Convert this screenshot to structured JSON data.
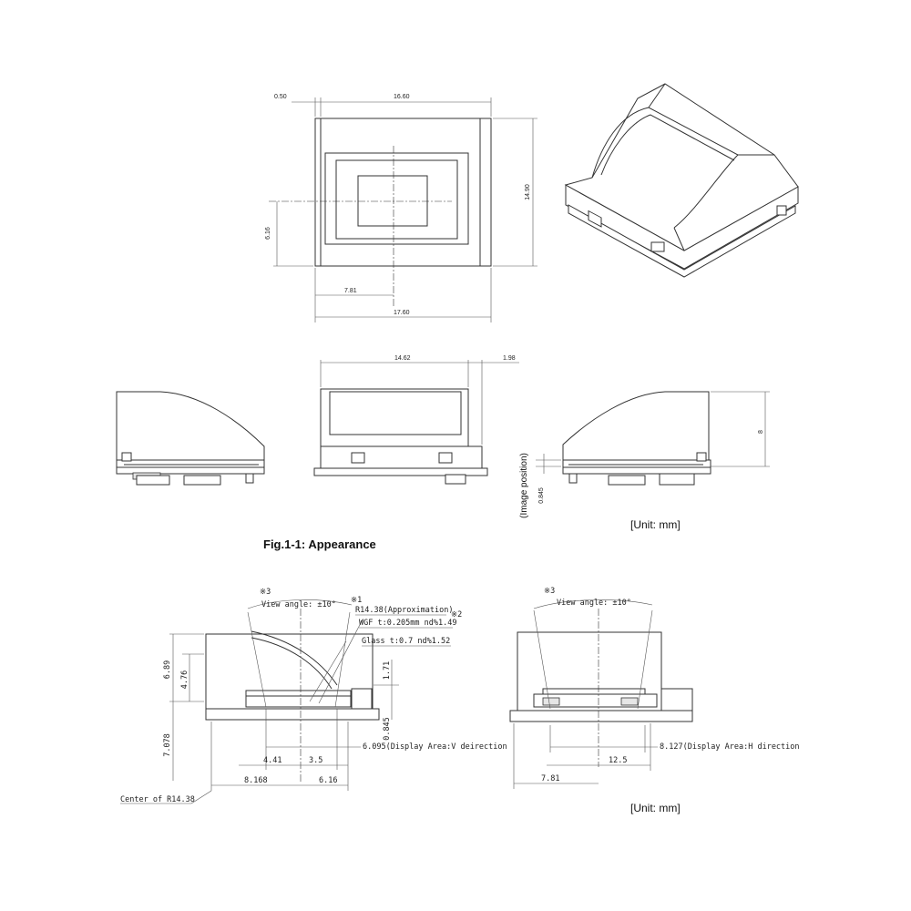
{
  "figure": {
    "caption": "Fig.1-1: Appearance",
    "unit_label_top": "[Unit: mm]",
    "unit_label_bottom": "[Unit: mm]"
  },
  "top_view": {
    "dim_left_offset": "0.50",
    "dim_width_inner": "16.60",
    "dim_height": "14.90",
    "dim_center_y": "6.16",
    "dim_center_x": "7.81",
    "dim_width_total": "17.60"
  },
  "front_view": {
    "dim_width": "14.62",
    "dim_right": "1.98"
  },
  "right_view": {
    "dim_height": "8",
    "image_position_label": "(Image position)",
    "dim_offset": "0.845"
  },
  "section_v": {
    "note3": "※3",
    "view_angle": "View angle: ±10°",
    "note1": "※1",
    "radius": "R14.38(Approximation)",
    "wgf": "WGF t:0.205mm nd%1.49",
    "note2": "※2",
    "glass": "Glass t:0.7 nd%1.52",
    "dim_689": "6.89",
    "dim_476": "4.76",
    "dim_171": "1.71",
    "dim_7078": "7.078",
    "dim_0845": "0.845",
    "dim_6095": "6.095(Display Area:V deirection",
    "dim_441": "4.41",
    "dim_35": "3.5",
    "dim_8168": "8.168",
    "dim_616": "6.16",
    "center": "Center of R14.38"
  },
  "section_h": {
    "note3": "※3",
    "view_angle": "View angle: ±10°",
    "dim_8127": "8.127(Display Area:H direction",
    "dim_125": "12.5",
    "dim_781": "7.81"
  }
}
